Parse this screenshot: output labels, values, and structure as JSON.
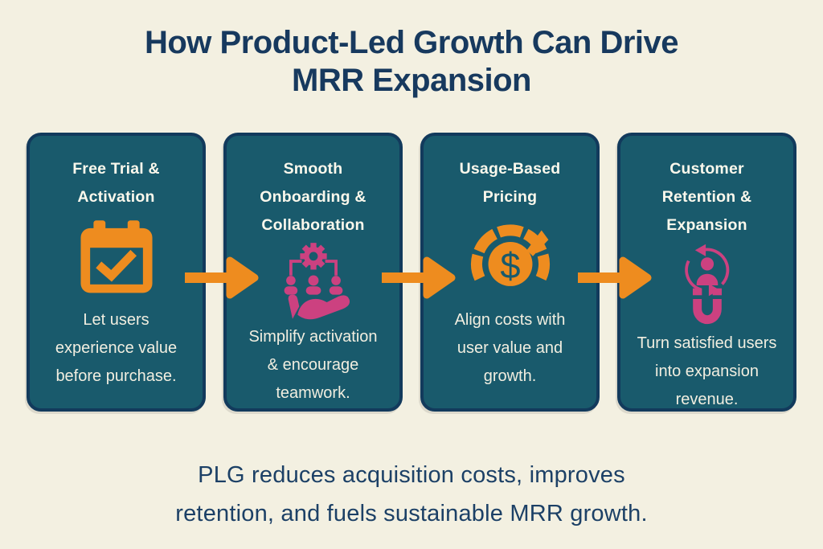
{
  "title": {
    "line1": "How Product-Led Growth Can Drive",
    "line2": "MRR Expansion"
  },
  "footer": {
    "line1": "PLG reduces acquisition costs, improves",
    "line2": "retention, and fuels sustainable MRR growth."
  },
  "colors": {
    "background": "#f3f0e1",
    "card_fill": "#195a6c",
    "card_border": "#123a5c",
    "heading_navy": "#17395e",
    "card_text": "#f1eee0",
    "accent_orange": "#ee8c1f",
    "accent_pink": "#cc4180"
  },
  "cards": [
    {
      "icon": "calendar-check-icon",
      "title_lines": [
        "Free Trial &",
        "Activation"
      ],
      "body_lines": [
        "Let users",
        "experience value",
        "before purchase."
      ]
    },
    {
      "icon": "collaboration-hand-icon",
      "title_lines": [
        "Smooth",
        "Onboarding &",
        "Collaboration"
      ],
      "body_lines": [
        "Simplify activation",
        "& encourage",
        "teamwork."
      ]
    },
    {
      "icon": "usage-gauge-icon",
      "icon_glyph": "$",
      "title_lines": [
        "Usage-Based",
        "Pricing"
      ],
      "body_lines": [
        "Align costs with",
        "user value and",
        "growth."
      ]
    },
    {
      "icon": "user-retention-magnet-icon",
      "title_lines": [
        "Customer",
        "Retention &",
        "Expansion"
      ],
      "body_lines": [
        "Turn satisfied users",
        "into expansion",
        "revenue."
      ]
    }
  ]
}
